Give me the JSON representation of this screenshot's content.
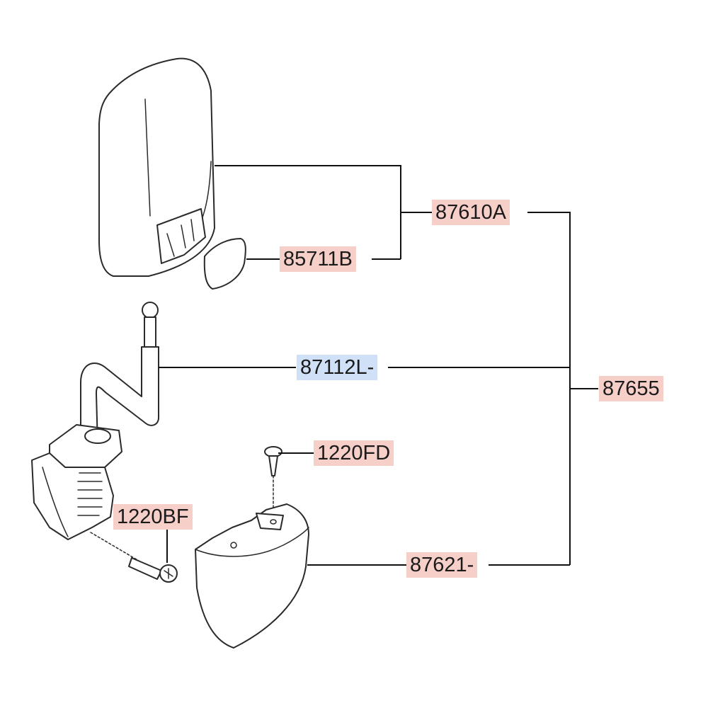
{
  "callouts": {
    "mirror_assy": {
      "text": "87610A",
      "color": "#f6cfc9"
    },
    "mirror_glass": {
      "text": "85711B",
      "color": "#f6cfc9"
    },
    "stay_arm": {
      "text": "87112L-",
      "color": "#cfe0f7"
    },
    "mirror_set": {
      "text": "87655",
      "color": "#f6cfc9"
    },
    "screw_top": {
      "text": "1220FD",
      "color": "#f6cfc9"
    },
    "screw_base": {
      "text": "1220BF",
      "color": "#f6cfc9"
    },
    "base_cover": {
      "text": "87621-",
      "color": "#f6cfc9"
    }
  }
}
